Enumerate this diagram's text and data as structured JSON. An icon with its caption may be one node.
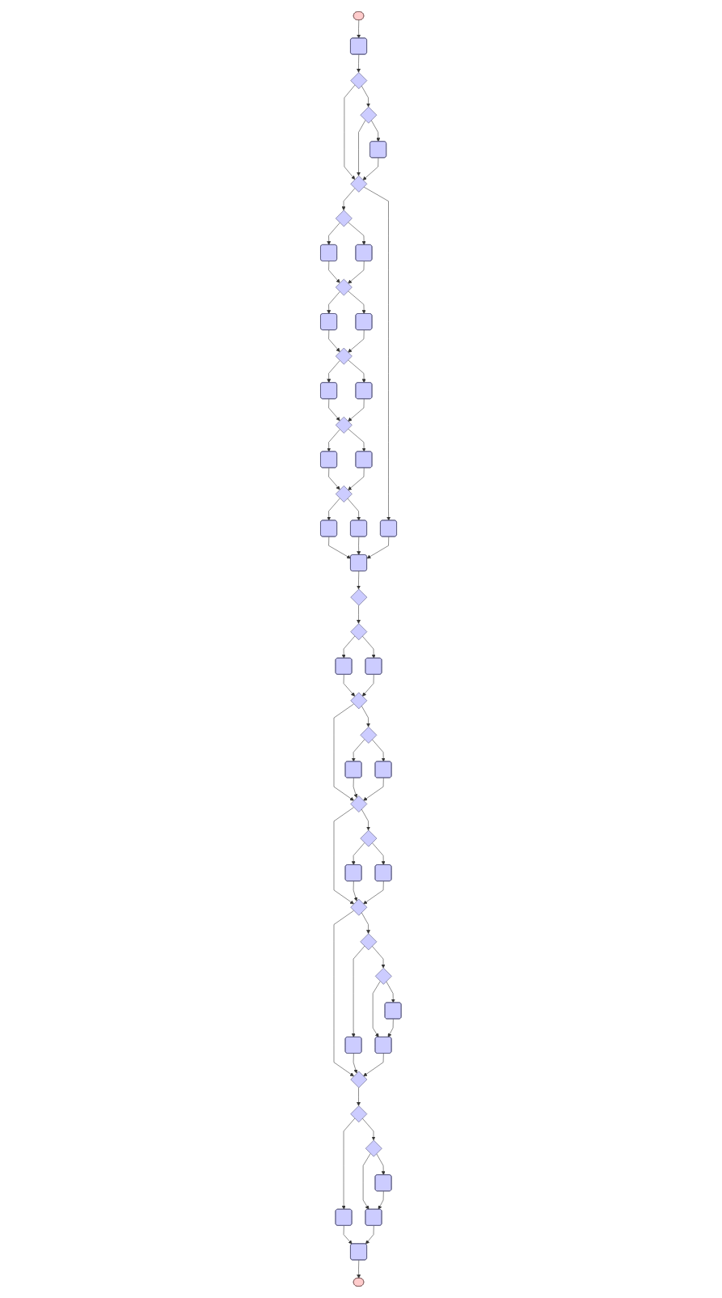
{
  "diagram": {
    "nodes": [
      {
        "text": [],
        "shape": "ellipse"
      },
      {
        "text": [],
        "shape": "box"
      },
      {
        "text": [],
        "shape": "diamond"
      },
      {
        "text": [],
        "shape": "diamond"
      },
      {
        "text": [],
        "shape": "box"
      },
      {
        "text": [],
        "shape": "diamond"
      },
      {
        "text": [],
        "shape": "diamond"
      },
      {
        "text": [],
        "shape": "box"
      },
      {
        "text": [],
        "shape": "box"
      },
      {
        "text": [],
        "shape": "diamond"
      },
      {
        "text": [],
        "shape": "box"
      },
      {
        "text": [],
        "shape": "box"
      },
      {
        "text": [],
        "shape": "diamond"
      },
      {
        "text": [],
        "shape": "box"
      },
      {
        "text": [],
        "shape": "box"
      },
      {
        "text": [],
        "shape": "diamond"
      },
      {
        "text": [],
        "shape": "box"
      },
      {
        "text": [],
        "shape": "box"
      },
      {
        "text": [],
        "shape": "diamond"
      },
      {
        "text": [],
        "shape": "box"
      },
      {
        "text": [],
        "shape": "box"
      },
      {
        "text": [],
        "shape": "box"
      },
      {
        "text": [],
        "shape": "box"
      },
      {
        "text": [],
        "shape": "diamond"
      },
      {
        "text": [],
        "shape": "diamond"
      },
      {
        "text": [],
        "shape": "box"
      },
      {
        "text": [],
        "shape": "box"
      },
      {
        "text": [],
        "shape": "diamond"
      },
      {
        "text": [],
        "shape": "diamond"
      },
      {
        "text": [],
        "shape": "box"
      },
      {
        "text": [],
        "shape": "box"
      },
      {
        "text": [],
        "shape": "diamond"
      },
      {
        "text": [],
        "shape": "diamond"
      },
      {
        "text": [],
        "shape": "box"
      },
      {
        "text": [],
        "shape": "box"
      },
      {
        "text": [],
        "shape": "diamond"
      },
      {
        "text": [],
        "shape": "diamond"
      },
      {
        "text": [],
        "shape": "box"
      },
      {
        "text": [],
        "shape": "diamond"
      },
      {
        "text": [],
        "shape": "box"
      },
      {
        "text": [],
        "shape": "box"
      },
      {
        "text": [],
        "shape": "diamond"
      },
      {
        "text": [],
        "shape": "diamond"
      },
      {
        "text": [],
        "shape": "box"
      },
      {
        "text": [],
        "shape": "box"
      },
      {
        "text": [],
        "shape": "diamond"
      },
      {
        "text": [],
        "shape": "box"
      },
      {
        "text": [],
        "shape": "ellipse"
      },
      {
        "text": [],
        "shape": "box"
      }
    ],
    "edges": [
      {
        "from": 0,
        "to": 1,
        "arrow": "to"
      },
      {
        "from": 1,
        "to": 2,
        "arrow": "to"
      },
      {
        "from": 2,
        "to": 3,
        "arrow": "to"
      },
      {
        "from": 2,
        "to": 5,
        "arrow": "to"
      },
      {
        "from": 3,
        "to": 4,
        "arrow": "to"
      },
      {
        "from": 3,
        "to": 5,
        "arrow": "to"
      },
      {
        "from": 4,
        "to": 5,
        "arrow": "to"
      },
      {
        "from": 5,
        "to": 6,
        "arrow": "to"
      },
      {
        "from": 5,
        "to": 7,
        "arrow": "to"
      },
      {
        "from": 6,
        "to": 8,
        "arrow": "to"
      },
      {
        "from": 6,
        "to": 10,
        "arrow": "to"
      },
      {
        "from": 8,
        "to": 9,
        "arrow": "to"
      },
      {
        "from": 10,
        "to": 9,
        "arrow": "to"
      },
      {
        "from": 9,
        "to": 11,
        "arrow": "to"
      },
      {
        "from": 9,
        "to": 13,
        "arrow": "to"
      },
      {
        "from": 11,
        "to": 12,
        "arrow": "to"
      },
      {
        "from": 13,
        "to": 12,
        "arrow": "to"
      },
      {
        "from": 12,
        "to": 14,
        "arrow": "to"
      },
      {
        "from": 12,
        "to": 16,
        "arrow": "to"
      },
      {
        "from": 14,
        "to": 15,
        "arrow": "to"
      },
      {
        "from": 16,
        "to": 15,
        "arrow": "to"
      },
      {
        "from": 15,
        "to": 17,
        "arrow": "to"
      },
      {
        "from": 15,
        "to": 19,
        "arrow": "to"
      },
      {
        "from": 17,
        "to": 18,
        "arrow": "to"
      },
      {
        "from": 19,
        "to": 18,
        "arrow": "to"
      },
      {
        "from": 18,
        "to": 20,
        "arrow": "to"
      },
      {
        "from": 18,
        "to": 21,
        "arrow": "to"
      },
      {
        "from": 20,
        "to": 22,
        "arrow": "to"
      },
      {
        "from": 21,
        "to": 22,
        "arrow": "to"
      },
      {
        "from": 7,
        "to": 22,
        "arrow": "to"
      },
      {
        "from": 22,
        "to": 23,
        "arrow": "to"
      },
      {
        "from": 23,
        "to": 24,
        "arrow": "to"
      },
      {
        "from": 24,
        "to": 25,
        "arrow": "to"
      },
      {
        "from": 24,
        "to": 26,
        "arrow": "to"
      },
      {
        "from": 25,
        "to": 27,
        "arrow": "to"
      },
      {
        "from": 26,
        "to": 27,
        "arrow": "to"
      },
      {
        "from": 27,
        "to": 28,
        "arrow": "to"
      },
      {
        "from": 27,
        "to": 31,
        "arrow": "to"
      },
      {
        "from": 28,
        "to": 29,
        "arrow": "to"
      },
      {
        "from": 28,
        "to": 30,
        "arrow": "to"
      },
      {
        "from": 29,
        "to": 31,
        "arrow": "to"
      },
      {
        "from": 30,
        "to": 31,
        "arrow": "to"
      },
      {
        "from": 31,
        "to": 32,
        "arrow": "to"
      },
      {
        "from": 31,
        "to": 35,
        "arrow": "to"
      },
      {
        "from": 32,
        "to": 33,
        "arrow": "to"
      },
      {
        "from": 32,
        "to": 34,
        "arrow": "to"
      },
      {
        "from": 33,
        "to": 35,
        "arrow": "to"
      },
      {
        "from": 34,
        "to": 35,
        "arrow": "to"
      },
      {
        "from": 35,
        "to": 36,
        "arrow": "to"
      },
      {
        "from": 35,
        "to": 41,
        "arrow": "to"
      },
      {
        "from": 36,
        "to": 37,
        "arrow": "to"
      },
      {
        "from": 36,
        "to": 38,
        "arrow": "to"
      },
      {
        "from": 38,
        "to": 39,
        "arrow": "to"
      },
      {
        "from": 38,
        "to": 40,
        "arrow": "to"
      },
      {
        "from": 40,
        "to": 39,
        "arrow": "to"
      },
      {
        "from": 37,
        "to": 41,
        "arrow": "to"
      },
      {
        "from": 39,
        "to": 41,
        "arrow": "to"
      },
      {
        "from": 41,
        "to": 42,
        "arrow": "to"
      },
      {
        "from": 42,
        "to": 43,
        "arrow": "to"
      },
      {
        "from": 42,
        "to": 45,
        "arrow": "to"
      },
      {
        "from": 43,
        "to": 44,
        "arrow": "to"
      },
      {
        "from": 44,
        "to": 47,
        "arrow": "to"
      },
      {
        "from": 45,
        "to": 46,
        "arrow": "to"
      },
      {
        "from": 45,
        "to": 48,
        "arrow": "to"
      },
      {
        "from": 48,
        "to": 46,
        "arrow": "to"
      },
      {
        "from": 46,
        "to": 44,
        "arrow": "to"
      }
    ]
  }
}
